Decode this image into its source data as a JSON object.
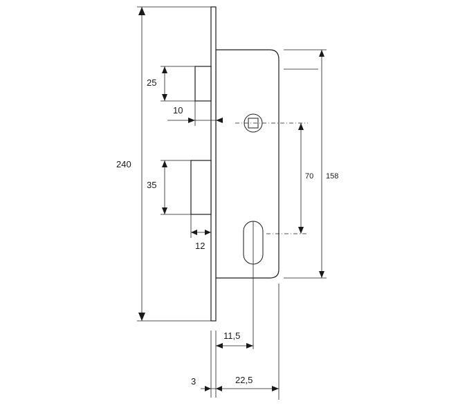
{
  "dimensions": {
    "faceplate_height": "240",
    "latch_height": "25",
    "latch_offset": "10",
    "bolt_height": "35",
    "bolt_projection": "12",
    "spindle_to_cylinder": "70",
    "case_height": "158",
    "backset_cylinder": "11,5",
    "faceplate_thickness": "3",
    "case_depth": "22,5"
  }
}
